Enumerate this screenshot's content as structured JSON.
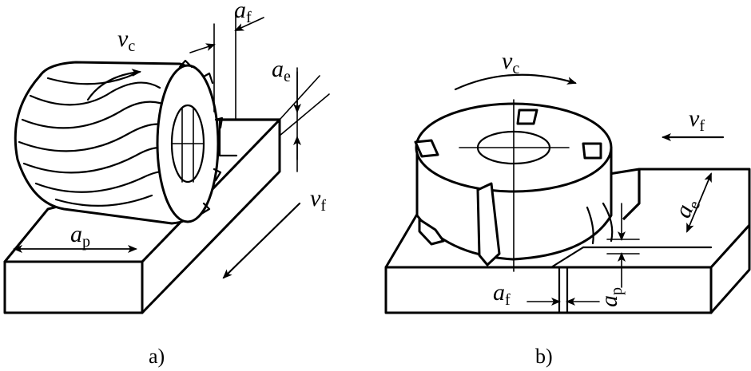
{
  "figure_a": {
    "caption": "a)",
    "labels": {
      "vc": {
        "main": "v",
        "sub": "c"
      },
      "af": {
        "main": "a",
        "sub": "f"
      },
      "ae": {
        "main": "a",
        "sub": "e"
      },
      "vf": {
        "main": "v",
        "sub": "f"
      },
      "ap": {
        "main": "a",
        "sub": "p"
      }
    }
  },
  "figure_b": {
    "caption": "b)",
    "labels": {
      "vc": {
        "main": "v",
        "sub": "c"
      },
      "vf": {
        "main": "v",
        "sub": "f"
      },
      "ae": {
        "main": "a",
        "sub": "e"
      },
      "af": {
        "main": "a",
        "sub": "f"
      },
      "ap": {
        "main": "a",
        "sub": "p"
      }
    }
  },
  "colors": {
    "stroke": "#000000",
    "background": "#ffffff"
  }
}
